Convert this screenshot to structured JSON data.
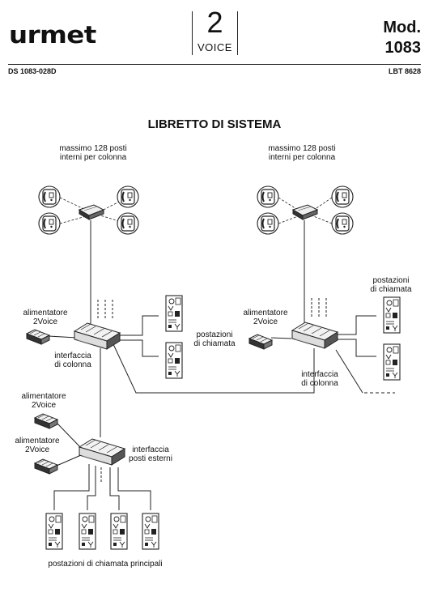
{
  "header": {
    "brand": "urmet",
    "logo_number": "2",
    "logo_word": "VOICE",
    "model_label": "Mod.",
    "model_number": "1083",
    "doc_code": "DS 1083-028D",
    "lbt_code": "LBT 8628"
  },
  "title": "LIBRETTO DI SISTEMA",
  "labels": {
    "max_left_1": "massimo 128 posti",
    "max_left_2": "interni per colonna",
    "max_right_1": "massimo 128 posti",
    "max_right_2": "interni per colonna",
    "psu_left_1": "alimentatore",
    "psu_left_2": "2Voice",
    "psu_right_1": "alimentatore",
    "psu_right_2": "2Voice",
    "call_left_1": "postazioni",
    "call_left_2": "di chiamata",
    "call_right_1": "postazioni",
    "call_right_2": "di chiamata",
    "if_col_left_1": "interfaccia",
    "if_col_left_2": "di colonna",
    "if_col_right_1": "interfaccia",
    "if_col_right_2": "di colonna",
    "psu_low1_1": "alimentatore",
    "psu_low1_2": "2Voice",
    "psu_low2_1": "alimentatore",
    "psu_low2_2": "2Voice",
    "if_ext_1": "interfaccia",
    "if_ext_2": "posti esterni",
    "main_call": "postazioni di chiamata principali"
  }
}
